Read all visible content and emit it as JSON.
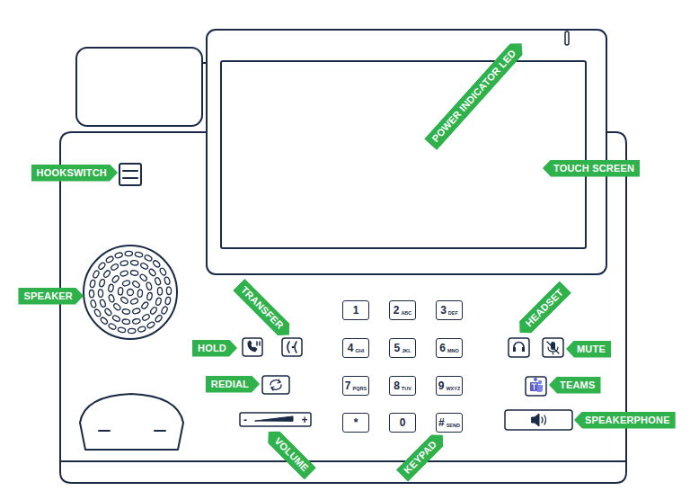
{
  "diagram": {
    "nodes": [
      {
        "text": [
          "POWER INDICATOR LED"
        ]
      },
      {
        "text": [
          "HOOKSWITCH"
        ]
      },
      {
        "text": [
          "TOUCH SCREEN"
        ]
      },
      {
        "text": [
          "SPEAKER"
        ]
      },
      {
        "text": [
          "TRANSFER"
        ]
      },
      {
        "text": [
          "1"
        ]
      },
      {
        "text": [
          "2",
          "ABC"
        ]
      },
      {
        "text": [
          "3",
          "DEF"
        ]
      },
      {
        "text": [
          "HEADSET"
        ]
      },
      {
        "text": [
          "HOLD"
        ]
      },
      {
        "text": [
          "4",
          "GHI"
        ]
      },
      {
        "text": [
          "5",
          "JKL"
        ]
      },
      {
        "text": [
          "6",
          "MNO"
        ]
      },
      {
        "text": [
          "MUTE"
        ]
      },
      {
        "text": [
          "REDIAL"
        ]
      },
      {
        "text": [
          "7",
          "PQRS"
        ]
      },
      {
        "text": [
          "8",
          "TUV"
        ]
      },
      {
        "text": [
          "9",
          "WXYZ"
        ]
      },
      {
        "text": [
          "TEAMS"
        ]
      },
      {
        "text": [
          "*"
        ]
      },
      {
        "text": [
          "0"
        ]
      },
      {
        "text": [
          "#",
          "SEND"
        ]
      },
      {
        "text": [
          "SPEAKERPHONE"
        ]
      },
      {
        "text": [
          "VOLUME"
        ]
      },
      {
        "text": [
          "KEYPAD"
        ]
      }
    ],
    "labels": [
      "-",
      "+"
    ]
  }
}
